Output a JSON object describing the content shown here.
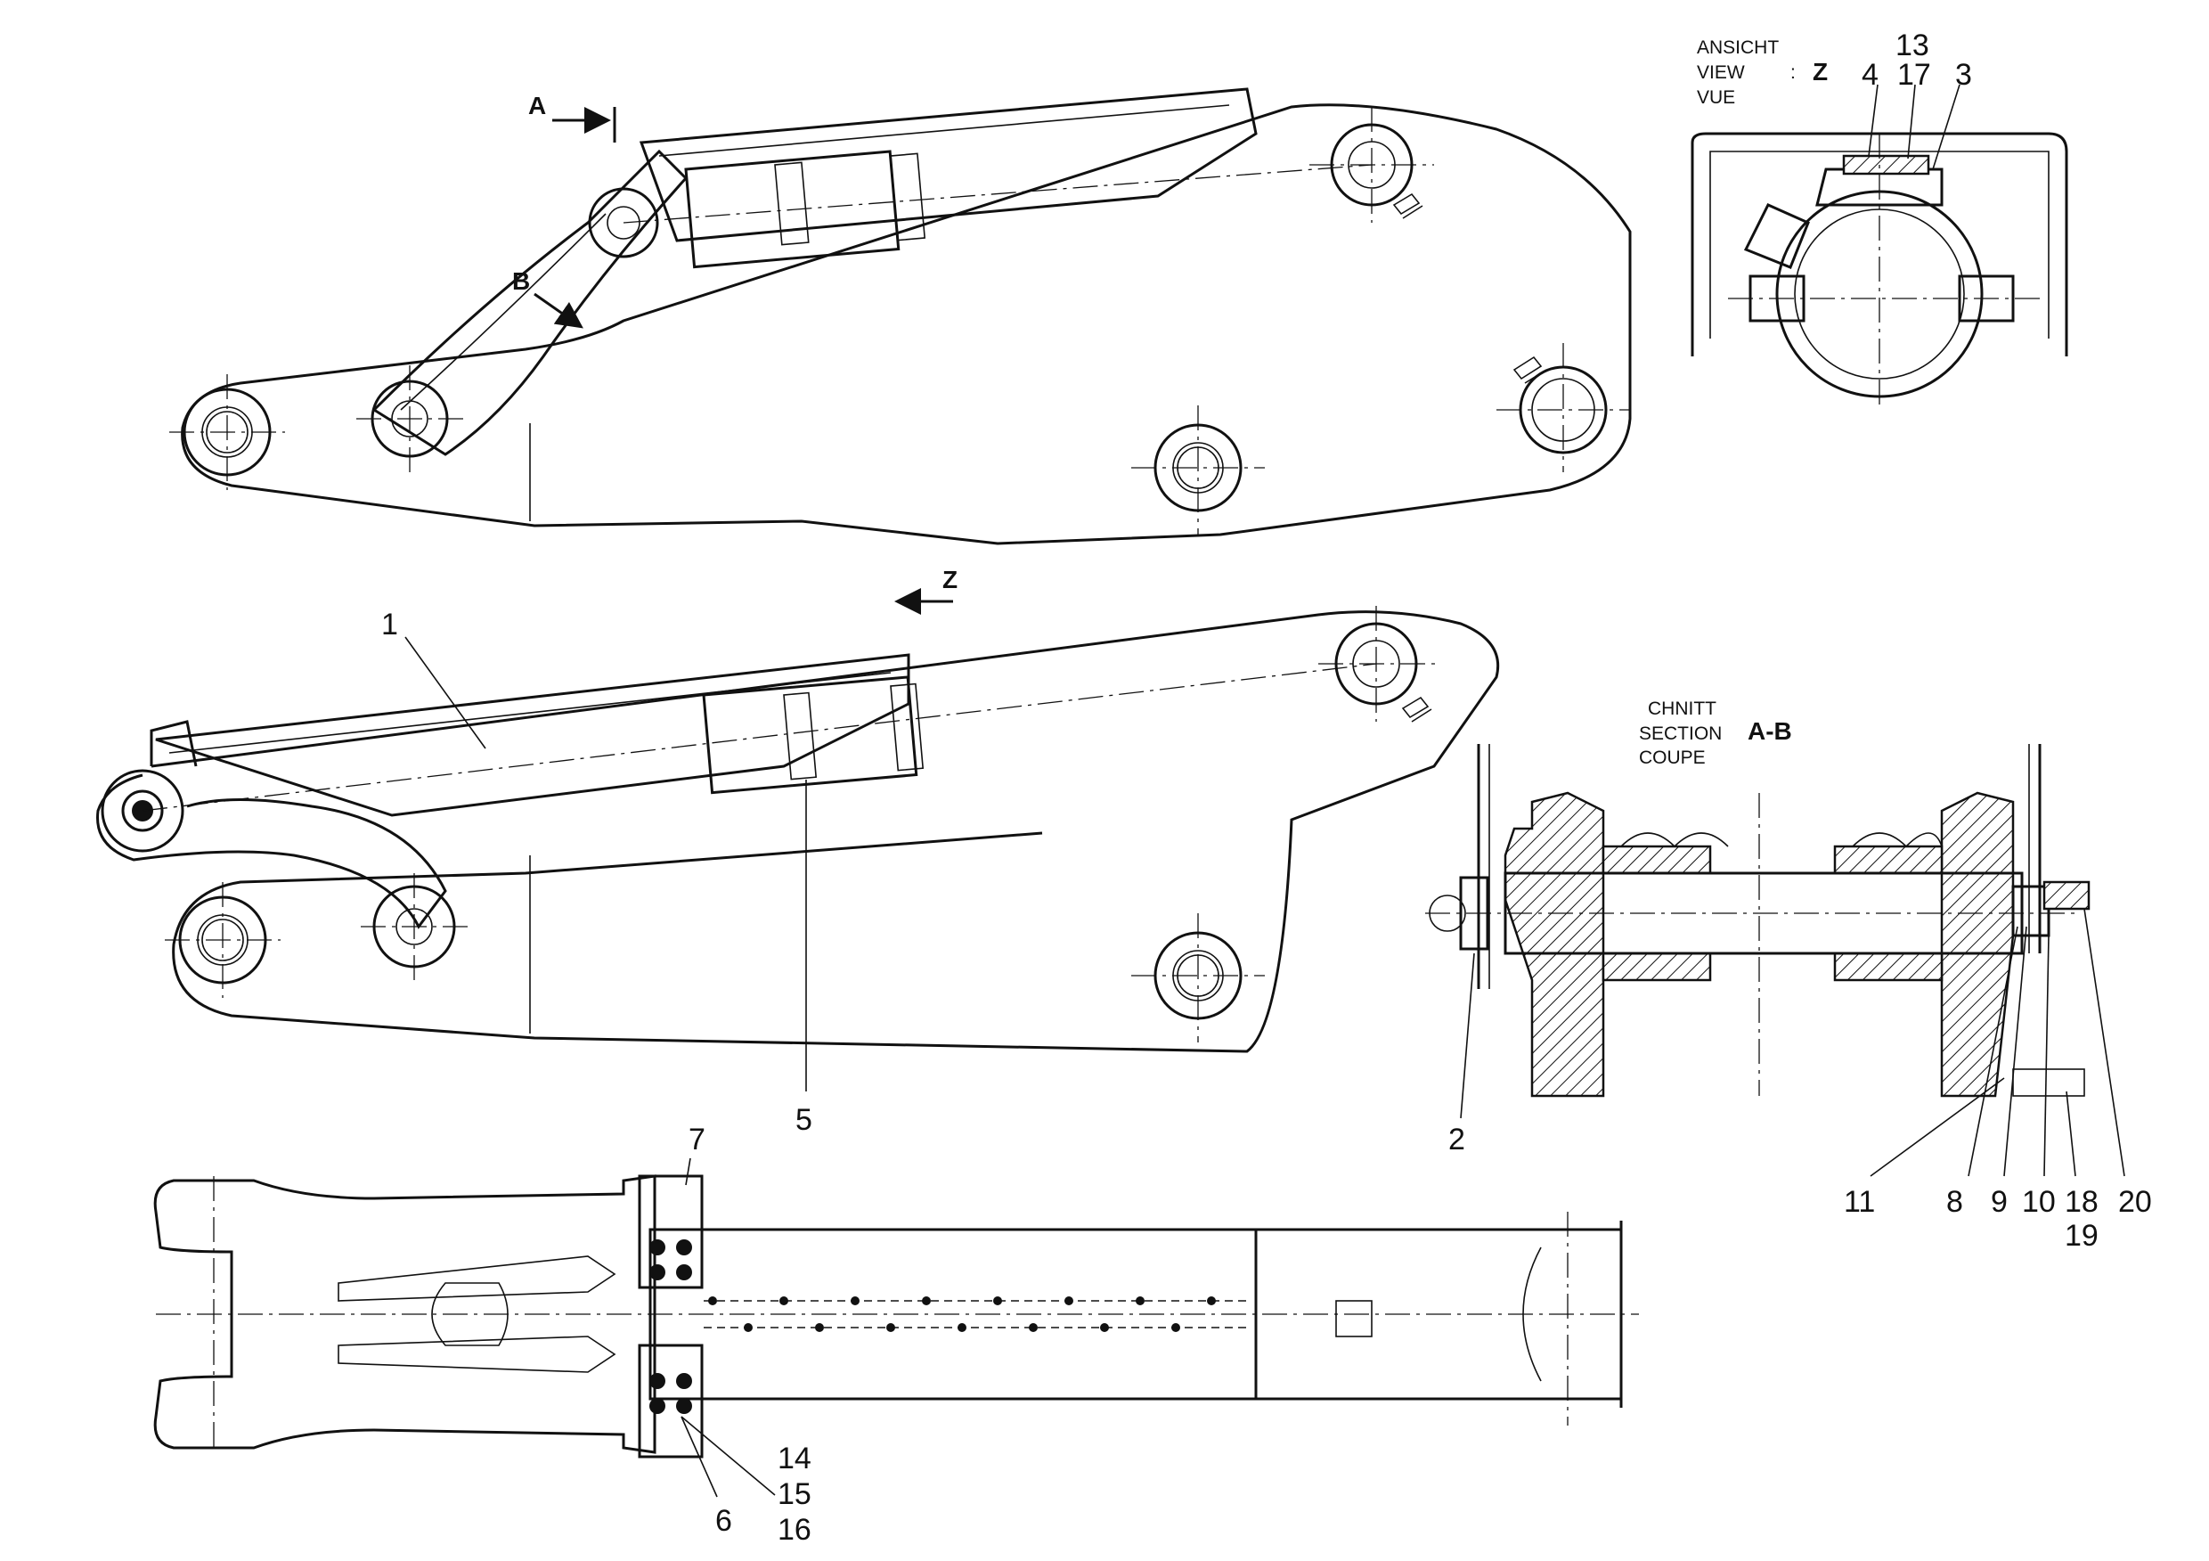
{
  "view_markers": {
    "a": "A",
    "b": "B",
    "z": "Z"
  },
  "view_z": {
    "line1": "ANSICHT",
    "line2": "VIEW",
    "line3": "VUE",
    "colon": ":",
    "letter": "Z"
  },
  "section_ab": {
    "line1": "CHNITT",
    "line2": "SECTION",
    "line3": "COUPE",
    "letter": "A-B"
  },
  "part_numbers": {
    "p1": "1",
    "p2": "2",
    "p3": "3",
    "p4": "4",
    "p5": "5",
    "p6": "6",
    "p7": "7",
    "p8": "8",
    "p9": "9",
    "p10": "10",
    "p11": "11",
    "p13": "13",
    "p14": "14",
    "p15": "15",
    "p16": "16",
    "p17": "17",
    "p18": "18",
    "p19": "19",
    "p20": "20"
  }
}
